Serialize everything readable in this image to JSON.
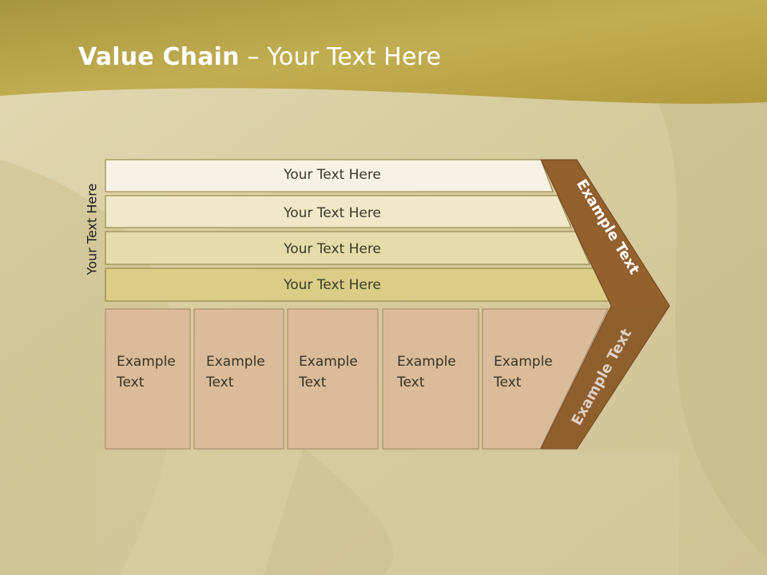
{
  "title": {
    "bold": "Value Chain",
    "rest": " – Your Text Here"
  },
  "side_label": "Your Text Here",
  "rows": [
    {
      "label": "Your Text Here",
      "color": "#f7f3e4"
    },
    {
      "label": "Your Text Here",
      "color": "#f0e8c8"
    },
    {
      "label": "Your Text Here",
      "color": "#e6dcaa"
    },
    {
      "label": "Your Text Here",
      "color": "#dbcd85"
    }
  ],
  "boxes": [
    {
      "line1": "Example",
      "line2": "Text"
    },
    {
      "line1": "Example",
      "line2": "Text"
    },
    {
      "line1": "Example",
      "line2": "Text"
    },
    {
      "line1": "Example",
      "line2": "Text"
    },
    {
      "line1": "Example",
      "line2": "Text"
    }
  ],
  "chevron": {
    "upper": "Example Text",
    "lower": "Example Text",
    "color": "#93602e"
  },
  "colors": {
    "box": "#e2c2a2",
    "box_border": "#a07c5c",
    "header": "#b9a449",
    "outline": "#8a7a3a"
  }
}
